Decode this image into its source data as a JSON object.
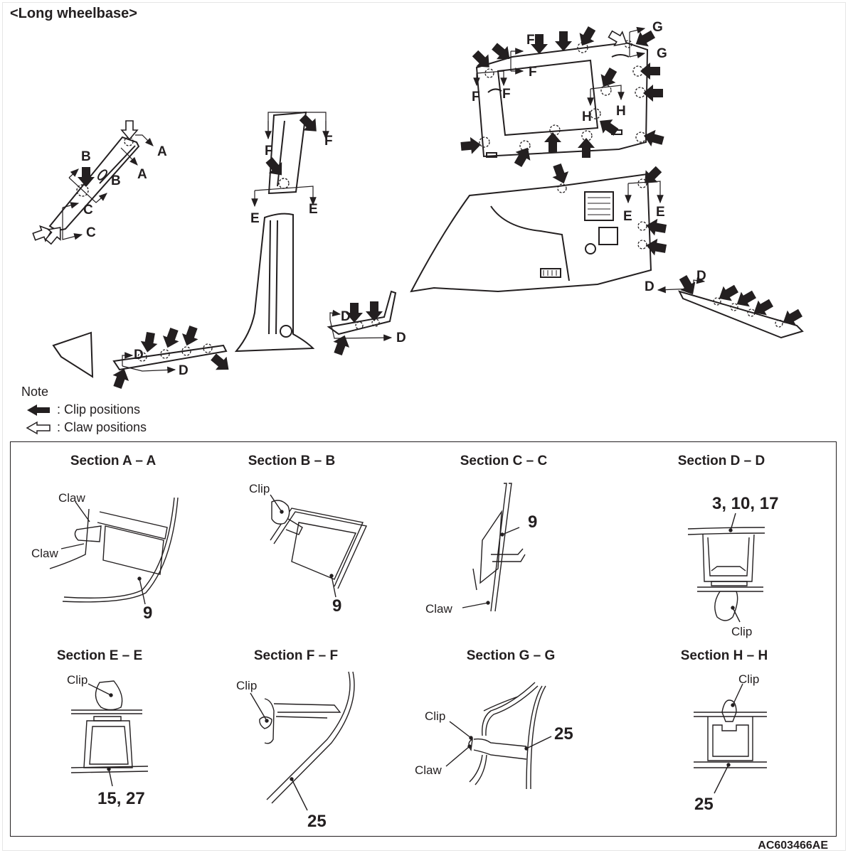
{
  "header": {
    "title": "<Long wheelbase>"
  },
  "diagram": {
    "section_markers": [
      "A",
      "A",
      "B",
      "B",
      "C",
      "C",
      "F",
      "F",
      "E",
      "E",
      "D",
      "D",
      "D",
      "D",
      "F",
      "F",
      "F",
      "F",
      "G",
      "G",
      "H",
      "H",
      "E",
      "E",
      "D",
      "D"
    ],
    "marker_letters": {
      "a": "A",
      "b": "B",
      "c": "C",
      "d": "D",
      "e": "E",
      "f": "F",
      "g": "G",
      "h": "H"
    },
    "legend": {
      "note_label": "Note",
      "items": [
        {
          "icon": "clip-arrow-icon",
          "text": ": Clip positions"
        },
        {
          "icon": "claw-arrow-icon",
          "text": ": Claw positions"
        }
      ]
    }
  },
  "sections": [
    {
      "title": "Section A – A",
      "callouts": [
        "Claw",
        "Claw"
      ],
      "part_numbers": [
        "9"
      ]
    },
    {
      "title": "Section B – B",
      "callouts": [
        "Clip"
      ],
      "part_numbers": [
        "9"
      ]
    },
    {
      "title": "Section C – C",
      "callouts": [
        "Claw"
      ],
      "part_numbers": [
        "9"
      ]
    },
    {
      "title": "Section D – D",
      "callouts": [
        "Clip"
      ],
      "part_numbers": [
        "3, 10, 17"
      ]
    },
    {
      "title": "Section E – E",
      "callouts": [
        "Clip"
      ],
      "part_numbers": [
        "15, 27"
      ]
    },
    {
      "title": "Section F – F",
      "callouts": [
        "Clip"
      ],
      "part_numbers": [
        "25"
      ]
    },
    {
      "title": "Section G – G",
      "callouts": [
        "Clip",
        "Claw"
      ],
      "part_numbers": [
        "25"
      ]
    },
    {
      "title": "Section H – H",
      "callouts": [
        "Clip"
      ],
      "part_numbers": [
        "25"
      ]
    }
  ],
  "footer": {
    "figure_code": "AC603466AE"
  },
  "colors": {
    "ink": "#231f20",
    "background": "#ffffff"
  }
}
